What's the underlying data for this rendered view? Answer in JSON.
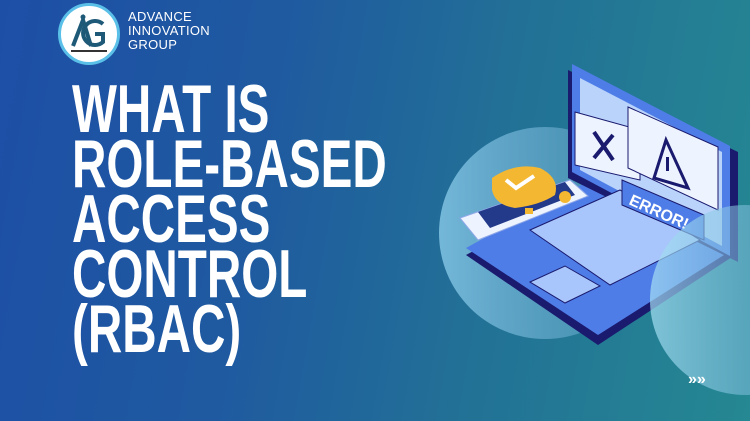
{
  "brand": {
    "lines": [
      "ADVANCE",
      "INNOVATION",
      "GROUP"
    ],
    "logo_text": "ADVANCE INNOVATION GROUP",
    "logo_mark": "AG"
  },
  "title": {
    "lines": [
      "WHAT IS",
      "ROLE-BASED",
      "ACCESS",
      "CONTROL",
      "(RBAC)"
    ]
  },
  "illustration": {
    "error_label": "ERROR!",
    "icons": [
      "laptop-icon",
      "x-icon",
      "warning-icon",
      "shield-check-icon",
      "phone-card-icon",
      "chevrons-right-icon"
    ]
  },
  "colors": {
    "background_left": "#1d4fa6",
    "background_right": "#258892",
    "laptop": "#4f7de8",
    "laptop_dark": "#1a1a6e",
    "shield": "#f4b731",
    "text": "#ffffff"
  }
}
